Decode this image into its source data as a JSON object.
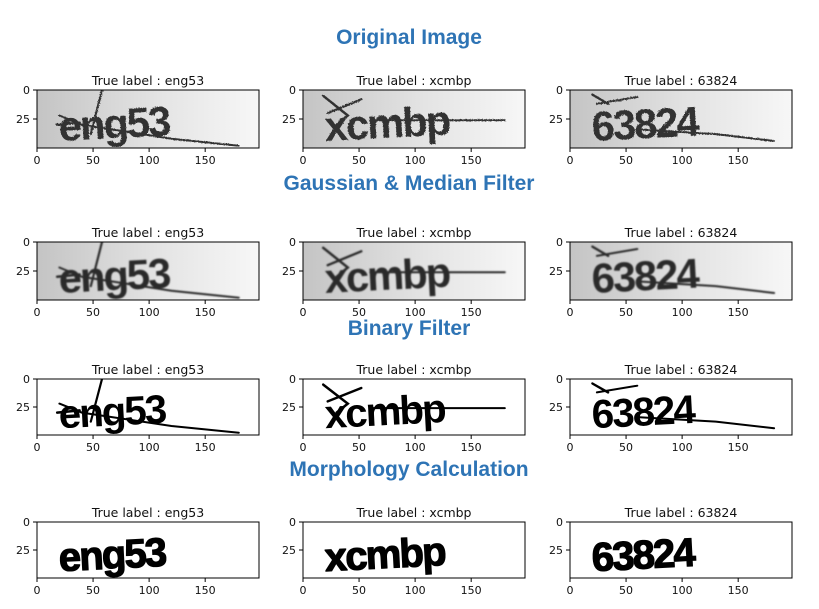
{
  "sections": [
    {
      "heading": "Original Image",
      "style": "original"
    },
    {
      "heading": "Gaussian & Median Filter",
      "style": "blurred"
    },
    {
      "heading": "Binary Filter",
      "style": "binary"
    },
    {
      "heading": "Morphology Calculation",
      "style": "morph"
    }
  ],
  "panels": [
    {
      "title": "True label : eng53",
      "text": "eng53"
    },
    {
      "title": "True label : xcmbp",
      "text": "xcmbp"
    },
    {
      "title": "True label : 63824",
      "text": "63824"
    }
  ],
  "x_ticks": [
    "0",
    "50",
    "100",
    "150"
  ],
  "y_ticks": [
    "0",
    "25"
  ],
  "colors": {
    "heading": "#2e74b5",
    "ink": "#000000"
  }
}
